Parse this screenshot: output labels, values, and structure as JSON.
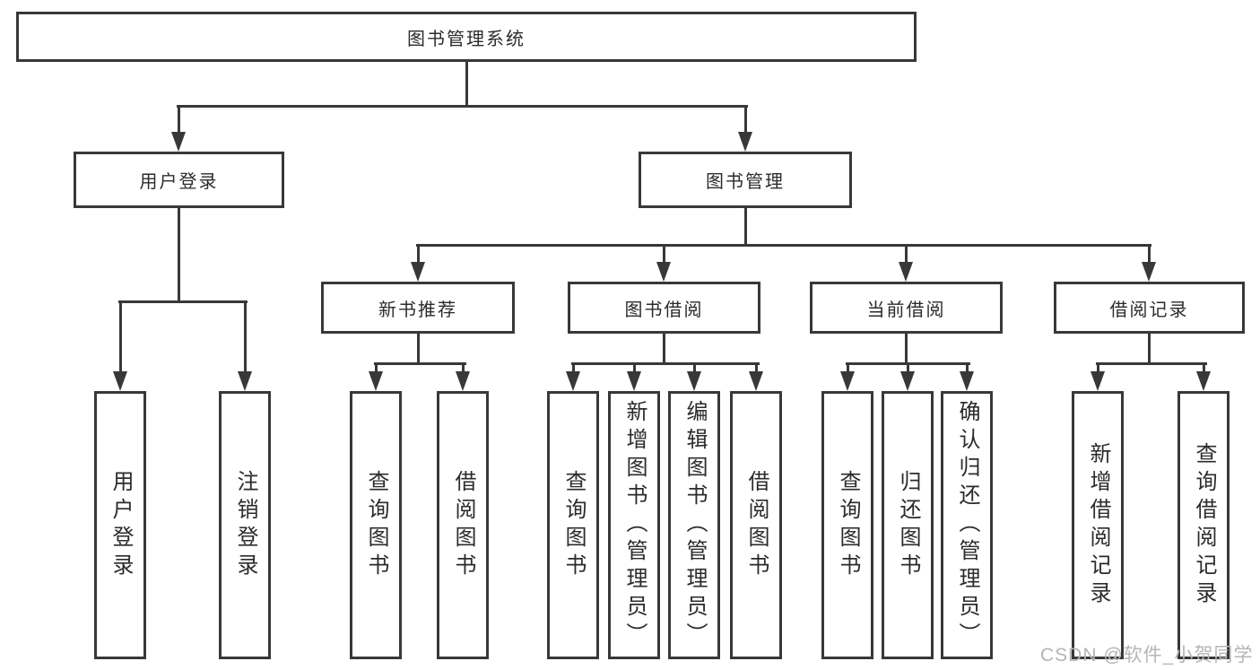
{
  "tree": {
    "root": {
      "label": "图书管理系统"
    },
    "branches": [
      {
        "label": "用户登录",
        "children": [
          {
            "label": "用户登录"
          },
          {
            "label": "注销登录"
          }
        ]
      },
      {
        "label": "图书管理",
        "children": [
          {
            "label": "新书推荐",
            "children": [
              {
                "label": "查询图书"
              },
              {
                "label": "借阅图书"
              }
            ]
          },
          {
            "label": "图书借阅",
            "children": [
              {
                "label": "查询图书"
              },
              {
                "label": "新增图书（管理员）"
              },
              {
                "label": "编辑图书（管理员）"
              },
              {
                "label": "借阅图书"
              }
            ]
          },
          {
            "label": "当前借阅",
            "children": [
              {
                "label": "查询图书"
              },
              {
                "label": "归还图书"
              },
              {
                "label": "确认归还（管理员）"
              }
            ]
          },
          {
            "label": "借阅记录",
            "children": [
              {
                "label": "新增借阅记录"
              },
              {
                "label": "查询借阅记录"
              }
            ]
          }
        ]
      }
    ]
  },
  "watermark": {
    "text": "CSDN @软件_小贺同学"
  },
  "colors": {
    "line": "#383838",
    "border": "#383838",
    "text": "#2b2b2b",
    "watermark": "#b5b5b5",
    "background": "#ffffff"
  }
}
